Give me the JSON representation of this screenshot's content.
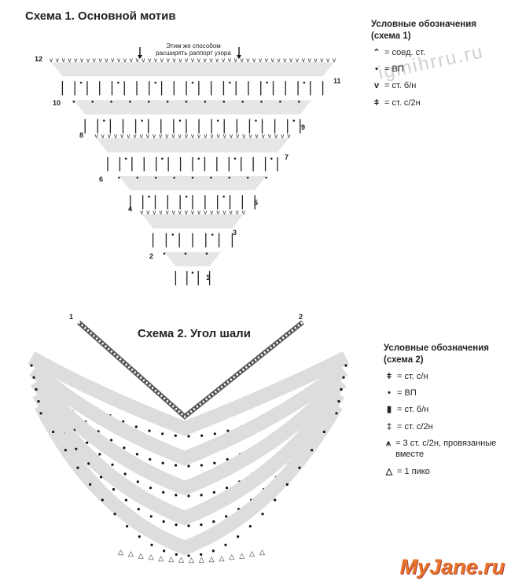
{
  "scheme1": {
    "title": "Схема 1. Основной мотив",
    "note": "Этим же способом расширять раппорт узора",
    "row_numbers": [
      "1",
      "2",
      "3",
      "4",
      "5",
      "6",
      "7",
      "8",
      "9",
      "10",
      "11",
      "12"
    ],
    "legend": {
      "heading": "Условные обозначения (схема 1)",
      "items": [
        {
          "symbol": "⌃",
          "label": "= соед. ст."
        },
        {
          "symbol": "•",
          "label": "= ВП"
        },
        {
          "symbol": "v",
          "label": "= ст. б/н"
        },
        {
          "symbol": "ǂ",
          "label": "= ст. с/2н"
        }
      ]
    }
  },
  "scheme2": {
    "title": "Схема 2. Угол шали",
    "markers": [
      "1",
      "2"
    ],
    "legend": {
      "heading": "Условные обозначения (схема 2)",
      "items": [
        {
          "symbol": "ǂ",
          "label": "= ст. с/н"
        },
        {
          "symbol": "•",
          "label": "= ВП"
        },
        {
          "symbol": "▮",
          "label": "= ст. б/н"
        },
        {
          "symbol": "‡",
          "label": "= ст. с/2н"
        },
        {
          "symbol": "⩚",
          "label": "= 3 ст. с/2н, провязанные вместе"
        },
        {
          "symbol": "△",
          "label": "= 1 пико"
        }
      ]
    }
  },
  "watermark": "igmihrru.ru",
  "logo": "MyJane.ru"
}
